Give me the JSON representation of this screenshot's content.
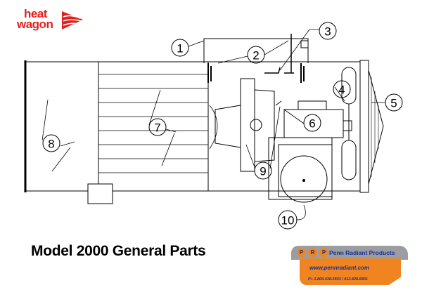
{
  "logo": {
    "line1": "heat",
    "line2": "wagon"
  },
  "diagram": {
    "callouts": [
      "1",
      "2",
      "3",
      "4",
      "5",
      "6",
      "7",
      "8",
      "9",
      "10"
    ]
  },
  "title": "Model 2000 General Parts",
  "badge": {
    "letters": [
      "P",
      "R",
      "P"
    ],
    "company": "Penn Radiant Products",
    "website": "www.pennradiant.com",
    "phone": "P+ 1.800.438.2503  / 412.828.6801"
  },
  "colors": {
    "brand_red": "#e0201e",
    "orange": "#ef8420",
    "gray": "#9a9ea3",
    "navy": "#1f2f8a"
  }
}
